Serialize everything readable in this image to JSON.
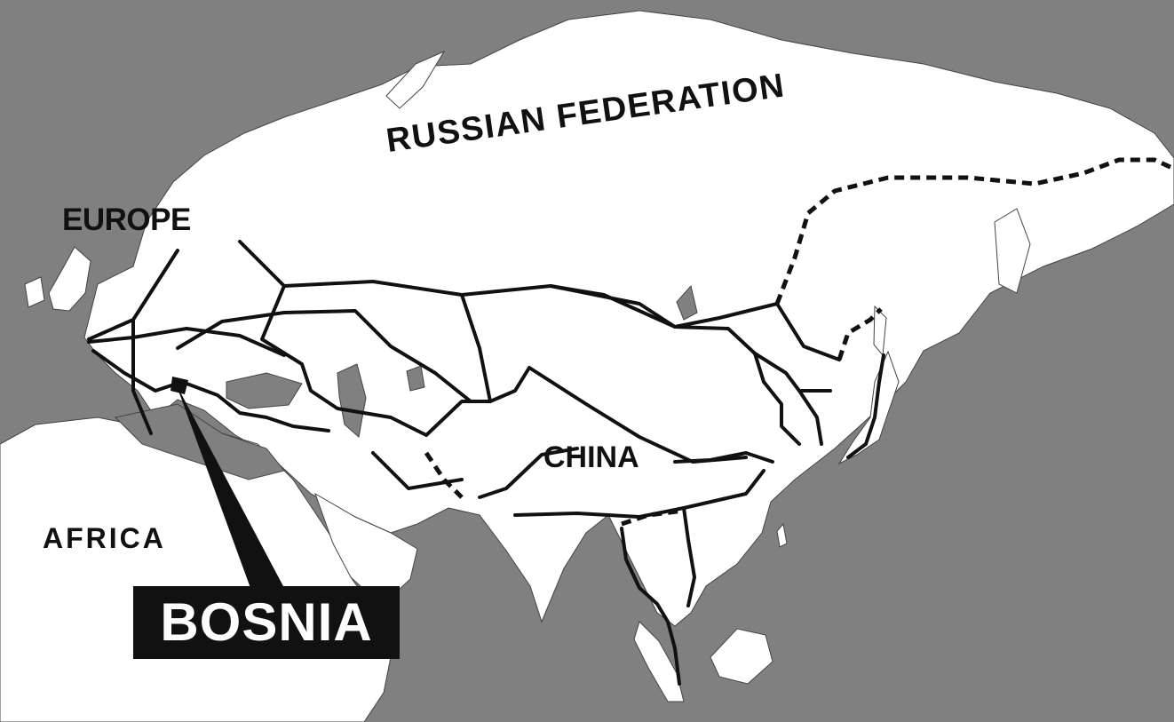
{
  "map": {
    "labels": {
      "europe": "EUROPE",
      "russia": "RUSSIAN FEDERATION",
      "china": "CHINA",
      "africa": "AFRICA"
    },
    "callout": {
      "text": "BOSNIA"
    },
    "colors": {
      "sea": "#808080",
      "land": "#ffffff",
      "route": "#111111",
      "callout_bg": "#111111",
      "callout_text": "#ffffff"
    }
  }
}
